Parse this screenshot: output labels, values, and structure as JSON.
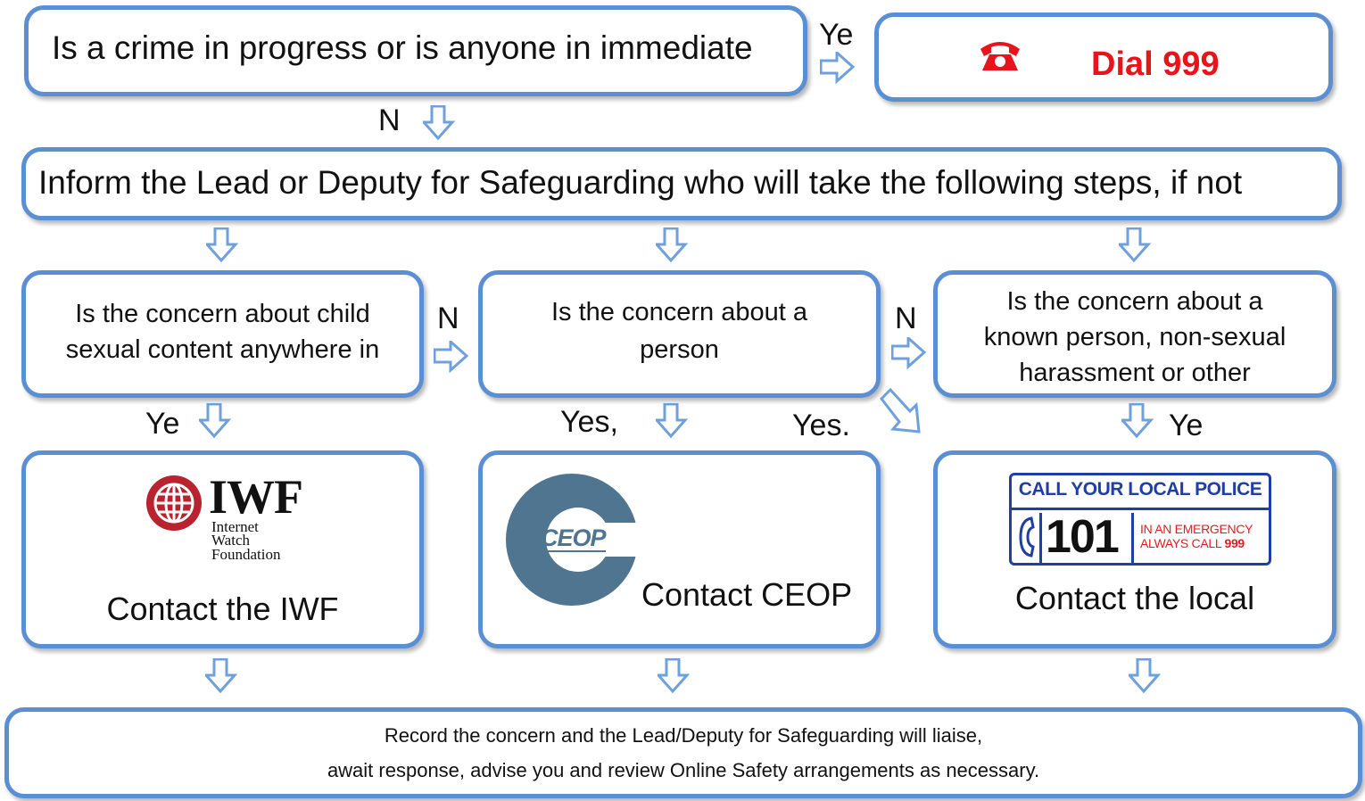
{
  "crime_question": "Is a crime in progress or is anyone in immediate",
  "dial_999": "Dial 999",
  "inform_lead": "Inform the Lead or Deputy for Safeguarding who will take the following steps, if not",
  "questions": [
    {
      "line1": "Is the concern about child",
      "line2": "sexual content anywhere in"
    },
    {
      "line1": "Is the concern about a",
      "line2": "person"
    },
    {
      "line1": "Is the concern about a",
      "line2": "known person, non-sexual",
      "line3": "harassment or other"
    }
  ],
  "contacts": {
    "iwf_label": "Contact the IWF",
    "ceop_label": "Contact CEOP",
    "police_label": "Contact the local"
  },
  "logos": {
    "iwf_title": "IWF",
    "iwf_sub1": "Internet",
    "iwf_sub2": "Watch",
    "iwf_sub3": "Foundation",
    "ceop_text": "CEOP",
    "police_header": "CALL YOUR LOCAL POLICE",
    "police_number": "101",
    "police_line1": "IN AN EMERGENCY",
    "police_line2_prefix": "ALWAYS CALL",
    "police_line2_num": "999"
  },
  "labels": {
    "yes_top": "Ye",
    "no_top": "N",
    "no_q1": "N",
    "no_q2": "N",
    "yes_q1": "Ye",
    "yes_q2a": "Yes,",
    "yes_q2b": "Yes.",
    "yes_q3": "Ye"
  },
  "record_line1": "Record the concern and the Lead/Deputy for Safeguarding will liaise,",
  "record_line2": "await response, advise you and review Online Safety arrangements as necessary.",
  "colors": {
    "box_border": "#5b8fd4",
    "arrow": "#6fa0dc",
    "dial_red": "#e8141c",
    "iwf_red": "#b8232f",
    "ceop_blue": "#4f7590",
    "police_blue": "#1f3fa6",
    "police_red": "#e41b23"
  }
}
